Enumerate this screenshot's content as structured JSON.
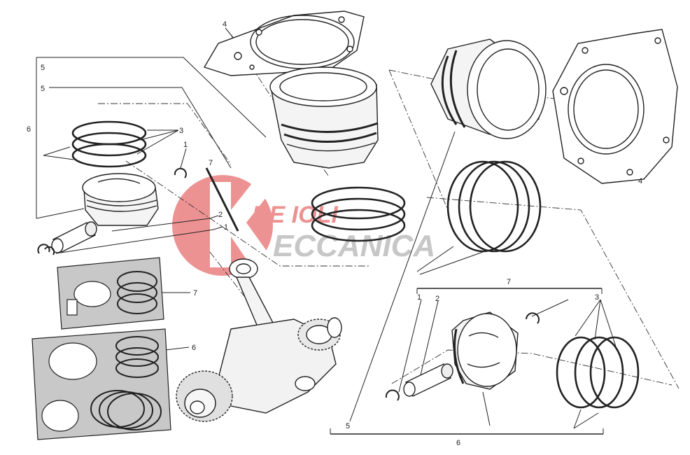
{
  "labels": {
    "l1a": "1",
    "l1b": "1",
    "l1c": "1",
    "l2a": "2",
    "l2b": "2",
    "l3a": "3",
    "l3b": "3",
    "l4a": "4",
    "l4b": "4",
    "l5a": "5",
    "l5b": "5",
    "l6a": "6",
    "l6b": "6",
    "l6c": "6",
    "l7a": "7",
    "l7b": "7",
    "l7c": "7"
  },
  "watermark": {
    "line1": "RE IOLI",
    "line2": "ECCANICA",
    "color": "#e03a3a"
  },
  "colors": {
    "line": "#222222",
    "shade": "#bdbdbd",
    "part_fill": "#f2f2f2"
  }
}
